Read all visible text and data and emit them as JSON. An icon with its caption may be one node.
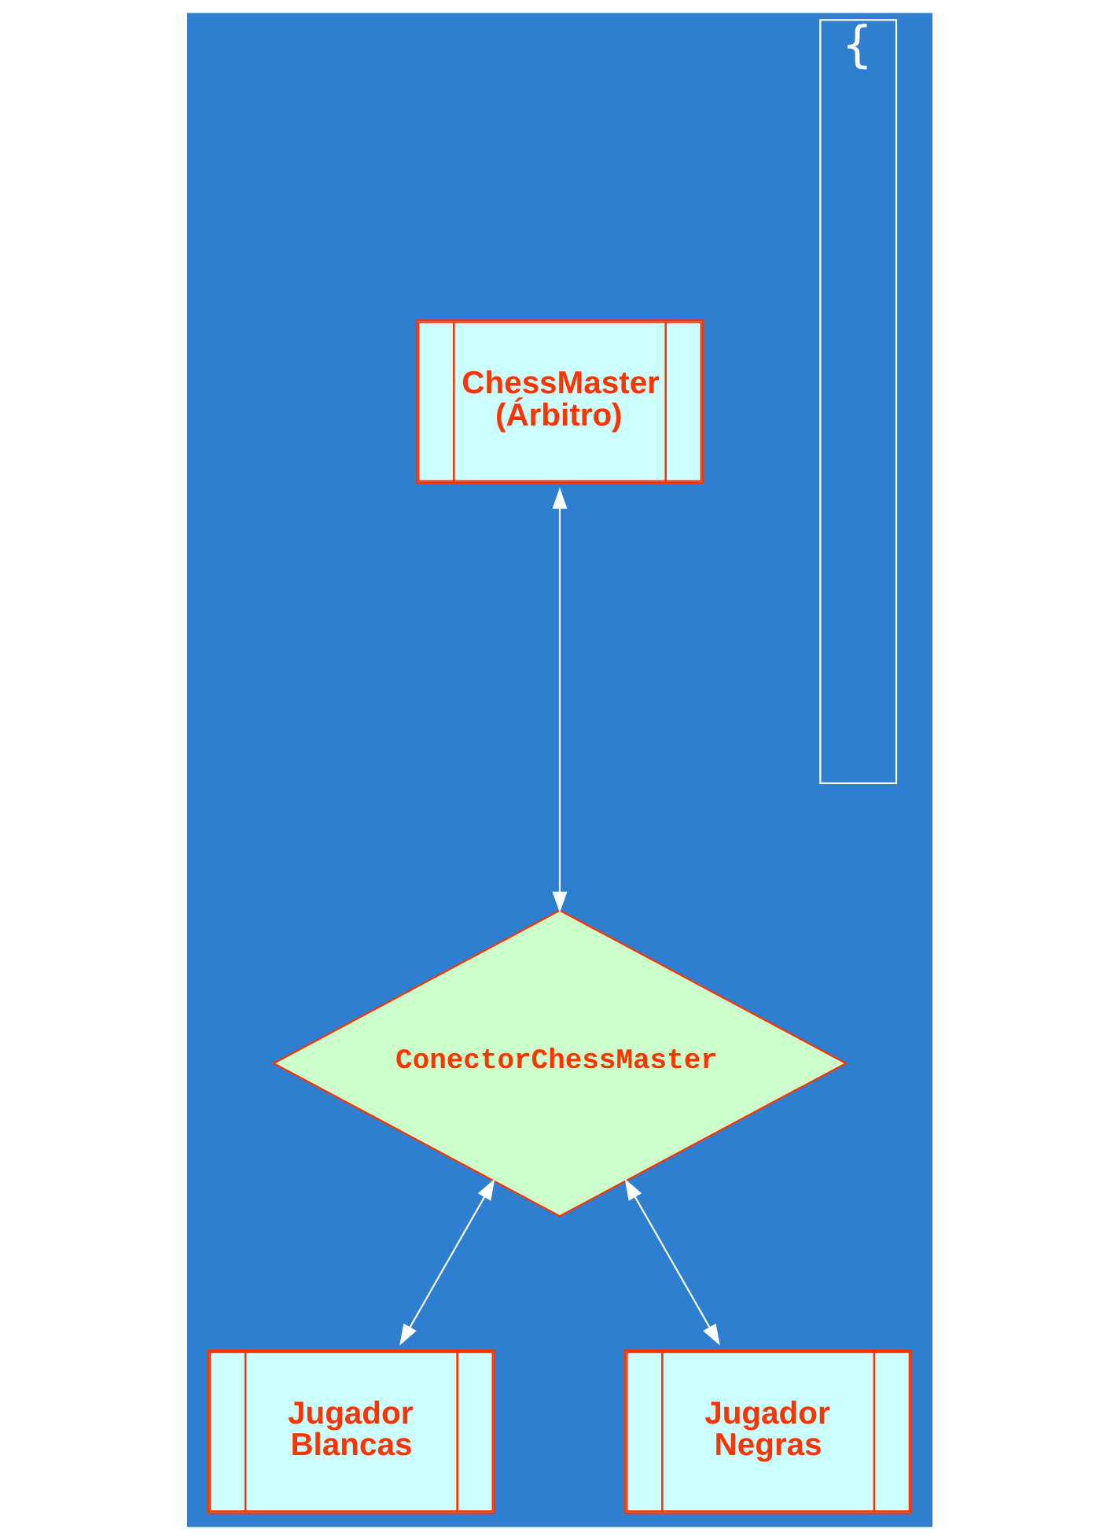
{
  "diagram": {
    "nodes": [
      {
        "text": [
          "ChessMaster (Árbitro)"
        ]
      },
      {
        "text": [
          "ConectorChessMaster"
        ]
      },
      {
        "text": [
          "Jugador Blancas"
        ]
      },
      {
        "text": [
          "Jugador Negras"
        ]
      },
      {
        "text": [
          "{"
        ]
      }
    ],
    "edges": [
      {
        "from": 0,
        "to": 1,
        "arrow": "both"
      },
      {
        "from": 1,
        "to": 2,
        "arrow": "both"
      },
      {
        "from": 1,
        "to": 3,
        "arrow": "both"
      }
    ]
  }
}
